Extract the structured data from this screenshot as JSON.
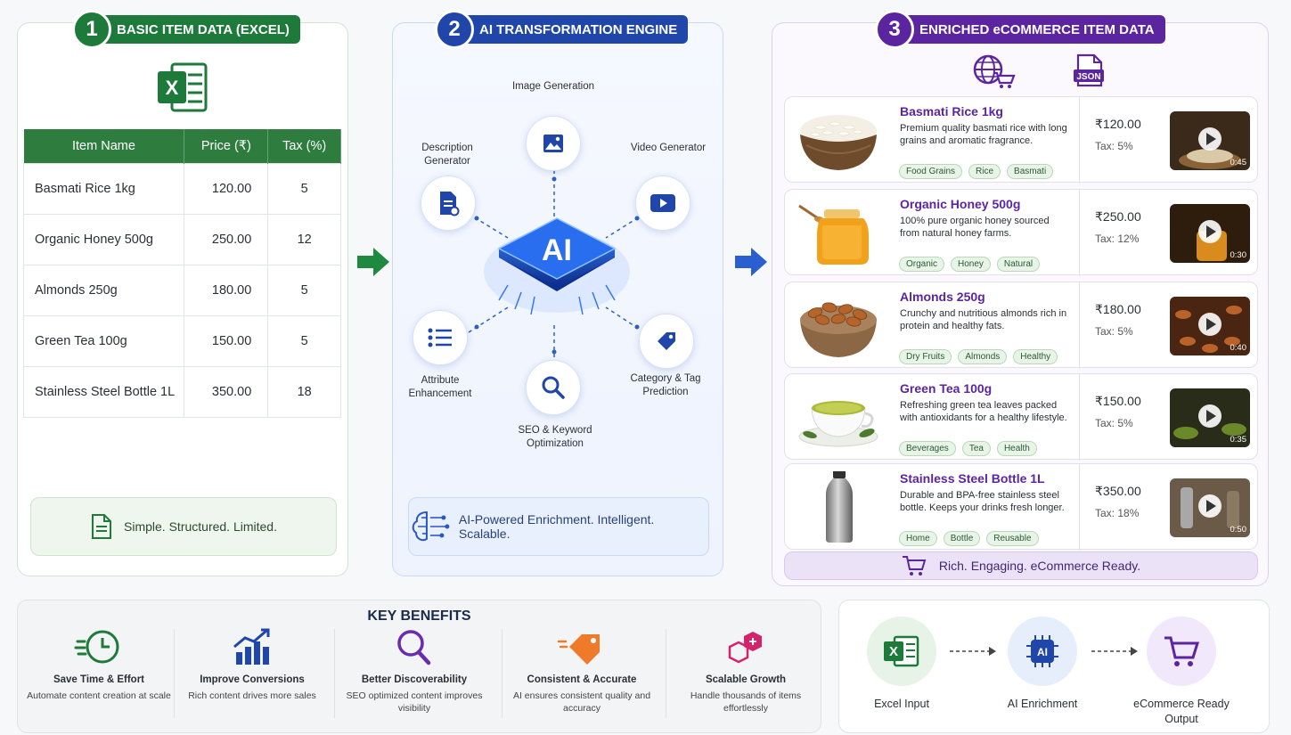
{
  "section1": {
    "number": "1",
    "title": "BASIC ITEM DATA (EXCEL)",
    "icon": "excel-icon",
    "columns": [
      "Item Name",
      "Price (₹)",
      "Tax (%)"
    ],
    "rows": [
      {
        "name": "Basmati Rice 1kg",
        "price": "120.00",
        "tax": "5"
      },
      {
        "name": "Organic Honey 500g",
        "price": "250.00",
        "tax": "12"
      },
      {
        "name": "Almonds 250g",
        "price": "180.00",
        "tax": "5"
      },
      {
        "name": "Green Tea 100g",
        "price": "150.00",
        "tax": "5"
      },
      {
        "name": "Stainless Steel Bottle 1L",
        "price": "350.00",
        "tax": "18"
      }
    ],
    "footer": "Simple. Structured. Limited."
  },
  "section2": {
    "number": "2",
    "title": "AI TRANSFORMATION ENGINE",
    "chip": "AI",
    "nodes": {
      "image": "Image Generation",
      "description": "Description Generator",
      "video": "Video Generator",
      "attribute": "Attribute Enhancement",
      "seo": "SEO & Keyword Optimization",
      "category": "Category & Tag Prediction"
    },
    "footer": "AI-Powered Enrichment. Intelligent. Scalable."
  },
  "section3": {
    "number": "3",
    "title": "ENRICHED eCOMMERCE ITEM DATA",
    "json_label": "JSON",
    "products": [
      {
        "title": "Basmati Rice 1kg",
        "desc": "Premium quality basmati rice with long grains and aromatic fragrance.",
        "tags": [
          "Food Grains",
          "Rice",
          "Basmati"
        ],
        "price": "₹120.00",
        "tax": "Tax: 5%",
        "duration": "0:45"
      },
      {
        "title": "Organic Honey 500g",
        "desc": "100% pure organic honey sourced from natural honey farms.",
        "tags": [
          "Organic",
          "Honey",
          "Natural"
        ],
        "price": "₹250.00",
        "tax": "Tax: 12%",
        "duration": "0:30"
      },
      {
        "title": "Almonds 250g",
        "desc": "Crunchy and nutritious almonds rich in protein and healthy fats.",
        "tags": [
          "Dry Fruits",
          "Almonds",
          "Healthy"
        ],
        "price": "₹180.00",
        "tax": "Tax: 5%",
        "duration": "0:40"
      },
      {
        "title": "Green Tea 100g",
        "desc": "Refreshing green tea leaves packed with antioxidants for a healthy lifestyle.",
        "tags": [
          "Beverages",
          "Tea",
          "Health"
        ],
        "price": "₹150.00",
        "tax": "Tax: 5%",
        "duration": "0:35"
      },
      {
        "title": "Stainless Steel Bottle 1L",
        "desc": "Durable and BPA-free stainless steel bottle. Keeps your drinks fresh longer.",
        "tags": [
          "Home",
          "Bottle",
          "Reusable"
        ],
        "price": "₹350.00",
        "tax": "Tax: 18%",
        "duration": "0:50"
      }
    ],
    "footer": "Rich. Engaging. eCommerce Ready."
  },
  "benefits": {
    "title": "KEY BENEFITS",
    "items": [
      {
        "title": "Save Time & Effort",
        "desc": "Automate content creation at scale",
        "icon": "clock-icon"
      },
      {
        "title": "Improve Conversions",
        "desc": "Rich content drives more sales",
        "icon": "growth-chart-icon"
      },
      {
        "title": "Better Discoverability",
        "desc": "SEO optimized content improves visibility",
        "icon": "search-icon"
      },
      {
        "title": "Consistent & Accurate",
        "desc": "AI ensures consistent quality and accuracy",
        "icon": "tag-icon"
      },
      {
        "title": "Scalable Growth",
        "desc": "Handle thousands of items effortlessly",
        "icon": "cubes-icon"
      }
    ]
  },
  "flow": {
    "steps": [
      "Excel Input",
      "AI Enrichment",
      "eCommerce Ready Output"
    ],
    "chip": "AI"
  },
  "colors": {
    "green": "#1e7a3a",
    "blue": "#1f46a8",
    "purple": "#5b25a0"
  }
}
